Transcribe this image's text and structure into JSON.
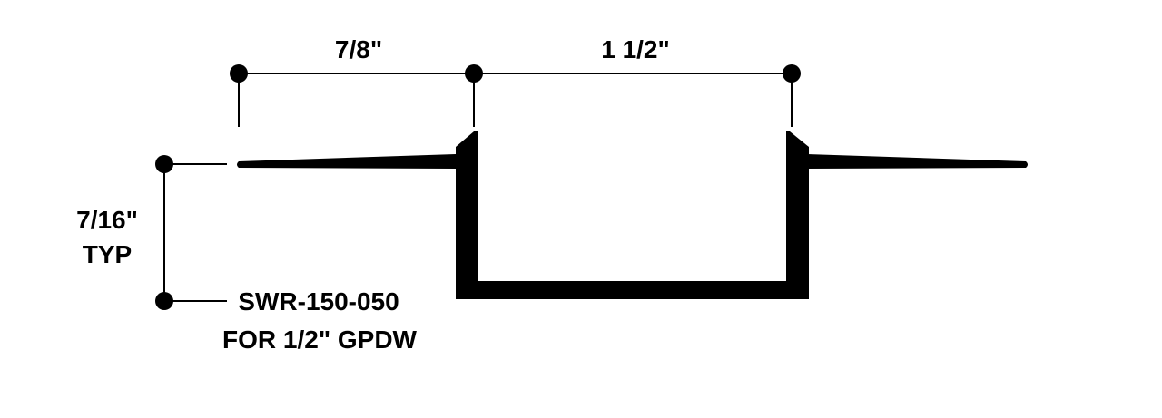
{
  "dimensions": {
    "top_left": "7/8\"",
    "top_right": "1 1/2\"",
    "height_line1": "7/16\"",
    "height_line2": "TYP"
  },
  "label": {
    "part_number": "SWR-150-050",
    "description": "FOR 1/2\" GPDW"
  },
  "colors": {
    "ink": "#000000",
    "background": "#ffffff"
  }
}
